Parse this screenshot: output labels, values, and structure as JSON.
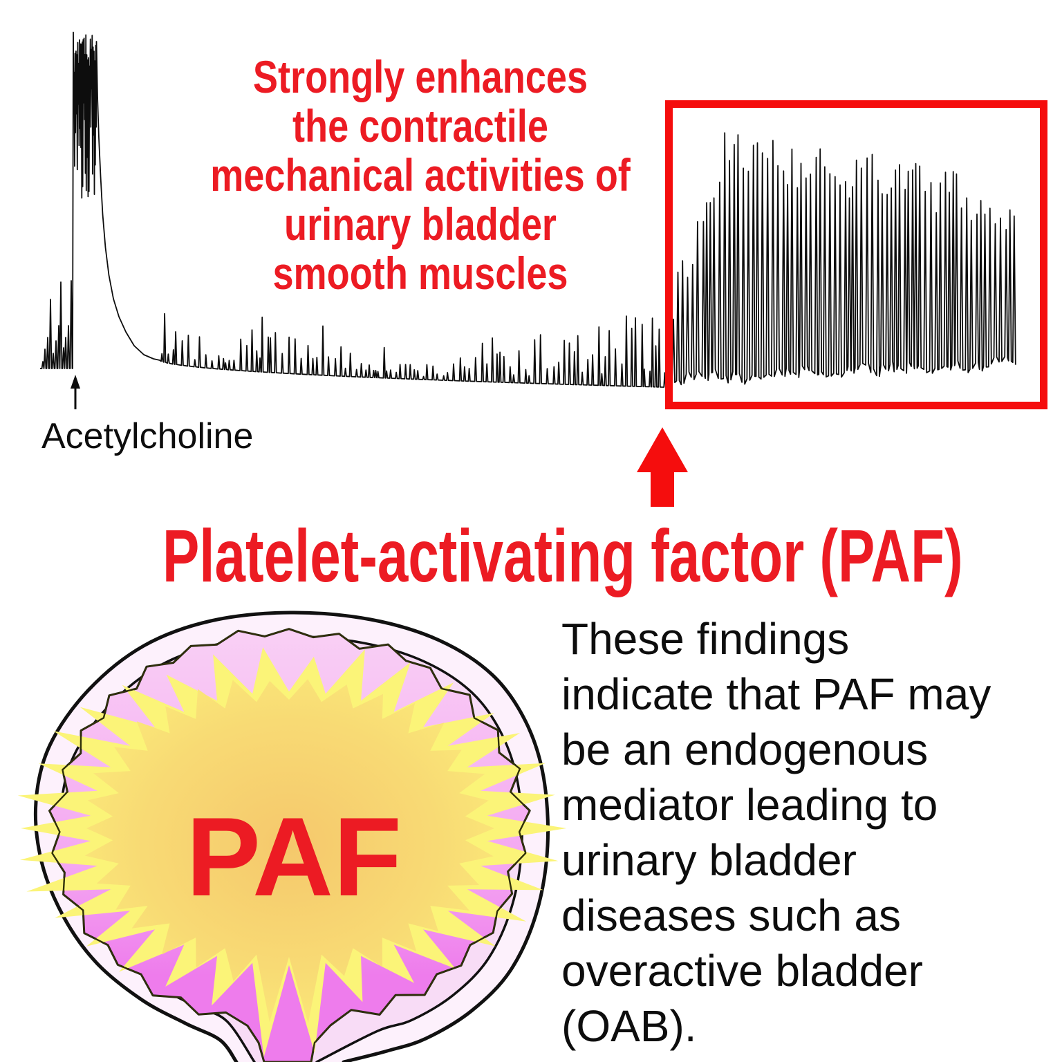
{
  "colors": {
    "annotation_red": "#ec1b23",
    "shape_red": "#f50d0d",
    "trace_black": "#0d0d0d",
    "bladder_outer_wall": "#fdf1fc",
    "bladder_inner_wall": "#f8dcf6",
    "bladder_lumen_pink": "#f9d0f5",
    "bladder_lumen_magenta": "#ee7cec",
    "starburst_yellow": "#fbf478",
    "starburst_core_orange": "#f5c86c"
  },
  "trace_panel": {
    "stimulus_label": "Acetylcholine",
    "annotation_lines": [
      "Strongly enhances",
      "the contractile",
      "mechanical activities of",
      "urinary bladder",
      "smooth muscles"
    ]
  },
  "heading": {
    "text": "Platelet-activating factor (PAF)"
  },
  "bladder": {
    "label": "PAF"
  },
  "findings": {
    "lines": [
      "These findings",
      "indicate that PAF may",
      "be an endogenous",
      "mediator leading to",
      "urinary bladder",
      "diseases such as",
      "overactive bladder",
      "(OAB)."
    ]
  }
}
